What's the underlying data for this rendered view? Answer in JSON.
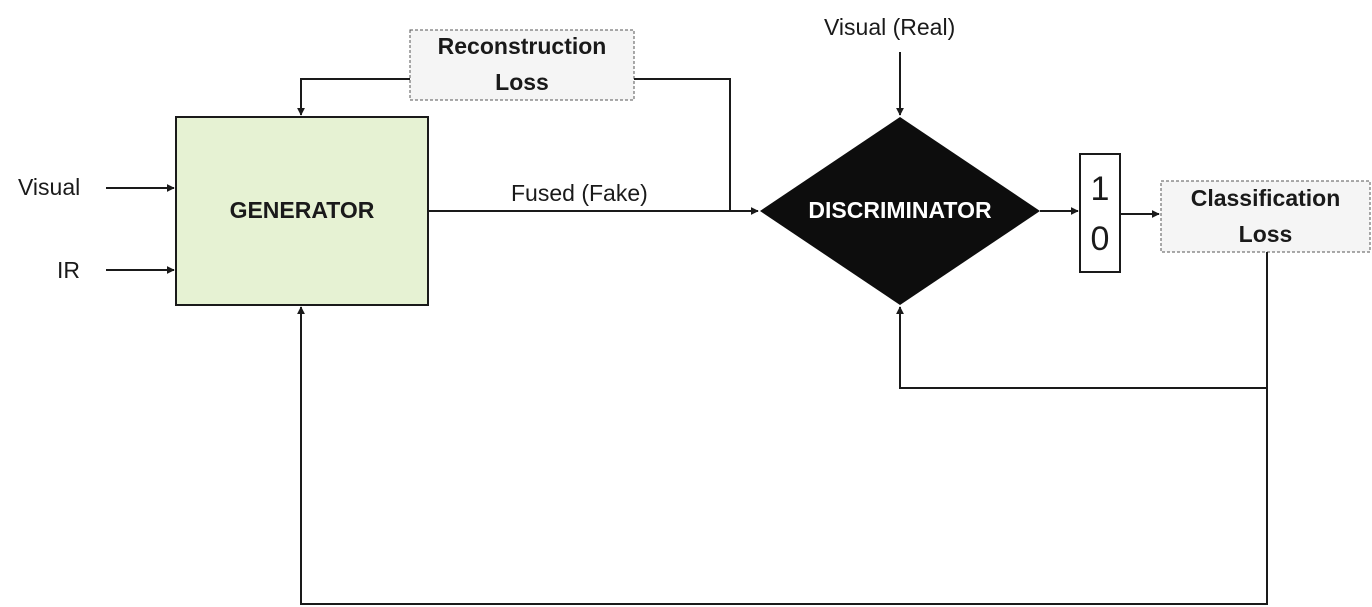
{
  "inputs": {
    "visual": "Visual",
    "ir": "IR",
    "visual_real": "Visual (Real)"
  },
  "generator": {
    "label": "GENERATOR"
  },
  "discriminator": {
    "label": "DISCRIMINATOR"
  },
  "fused_label": "Fused (Fake)",
  "reconstruction_loss": {
    "line1": "Reconstruction",
    "line2": "Loss"
  },
  "classification_loss": {
    "line1": "Classification",
    "line2": "Loss"
  },
  "output": {
    "top": "1",
    "bottom": "0"
  },
  "colors": {
    "generator_fill": "#e6f2d3",
    "discriminator_fill": "#0d0d0d",
    "loss_fill": "#f5f5f5",
    "line": "#1a1a1a"
  }
}
